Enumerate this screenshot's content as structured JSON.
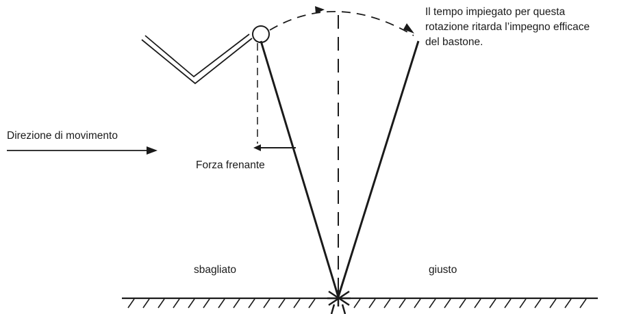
{
  "note": {
    "lines": [
      "Il tempo impiegato per questa",
      "rotazione ritarda l’impegno efficace",
      "del bastone."
    ]
  },
  "labels": {
    "direction": "Direzione di movimento",
    "braking_force": "Forza frenante",
    "wrong": "sbagliato",
    "right": "giusto"
  },
  "colors": {
    "ink": "#1a1a1a",
    "background": "#ffffff"
  }
}
